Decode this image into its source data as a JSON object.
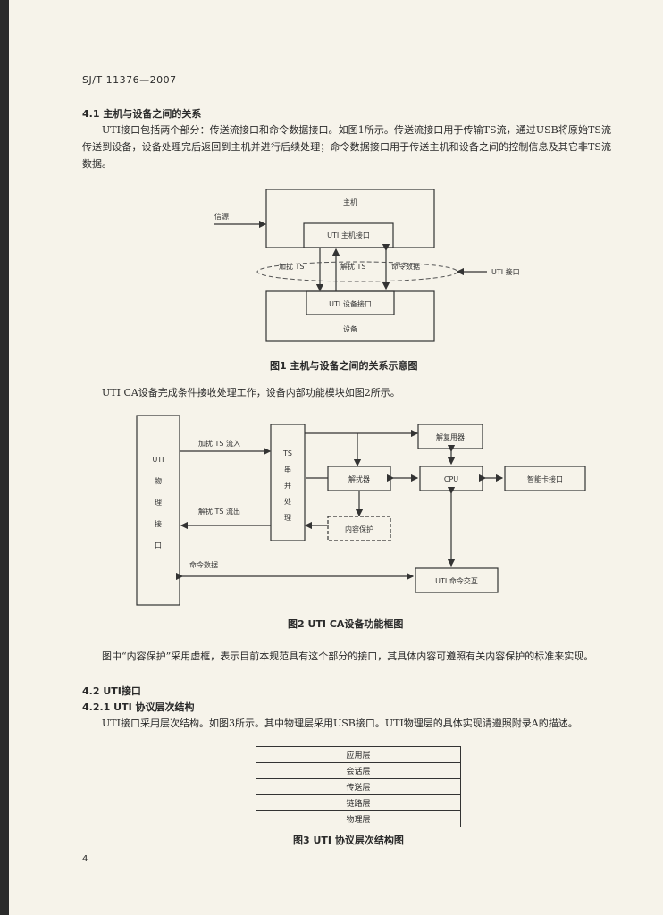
{
  "header": {
    "doc_code": "SJ/T 11376—2007"
  },
  "section_4_1": {
    "title": "4.1  主机与设备之间的关系",
    "para1": "UTI接口包括两个部分：传送流接口和命令数据接口。如图1所示。传送流接口用于传输TS流，通过USB将原始TS流传送到设备，设备处理完后返回到主机并进行后续处理；命令数据接口用于传送主机和设备之间的控制信息及其它非TS流数据。"
  },
  "figure1": {
    "host_label": "主机",
    "host_interface": "UTI 主机接口",
    "device_interface": "UTI 设备接口",
    "device_label": "设备",
    "source_label": "信源",
    "scrambled_ts": "加扰 TS",
    "descrambled_ts": "解扰 TS",
    "command_data": "命令数据",
    "uti_interface": "UTI 接口",
    "caption": "图1  主机与设备之间的关系示意图"
  },
  "para2": "UTI CA设备完成条件接收处理工作，设备内部功能模块如图2所示。",
  "figure2": {
    "uti_phys_chars": [
      "UTI",
      "物",
      "理",
      "接",
      "口"
    ],
    "ts_chars": [
      "TS",
      "串",
      "并",
      "处",
      "理"
    ],
    "ts_in": "加扰 TS 流入",
    "ts_out": "解扰 TS 流出",
    "cmd": "命令数据",
    "demux": "解复用器",
    "descrambler": "解扰器",
    "cpu": "CPU",
    "smartcard": "智能卡接口",
    "content_protect": "内容保护",
    "uti_cmd": "UTI 命令交互",
    "caption": "图2  UTI CA设备功能框图"
  },
  "para3": "图中“内容保护”采用虚框，表示目前本规范具有这个部分的接口，其具体内容可遵照有关内容保护的标准来实现。",
  "section_4_2": {
    "title": "4.2  UTI接口"
  },
  "section_4_2_1": {
    "title": "4.2.1  UTI 协议层次结构",
    "para": "UTI接口采用层次结构。如图3所示。其中物理层采用USB接口。UTI物理层的具体实现请遵照附录A的描述。"
  },
  "figure3": {
    "layers": [
      "应用层",
      "会话层",
      "传送层",
      "链路层",
      "物理层"
    ],
    "caption": "图3  UTI 协议层次结构图"
  },
  "page_number": "4"
}
